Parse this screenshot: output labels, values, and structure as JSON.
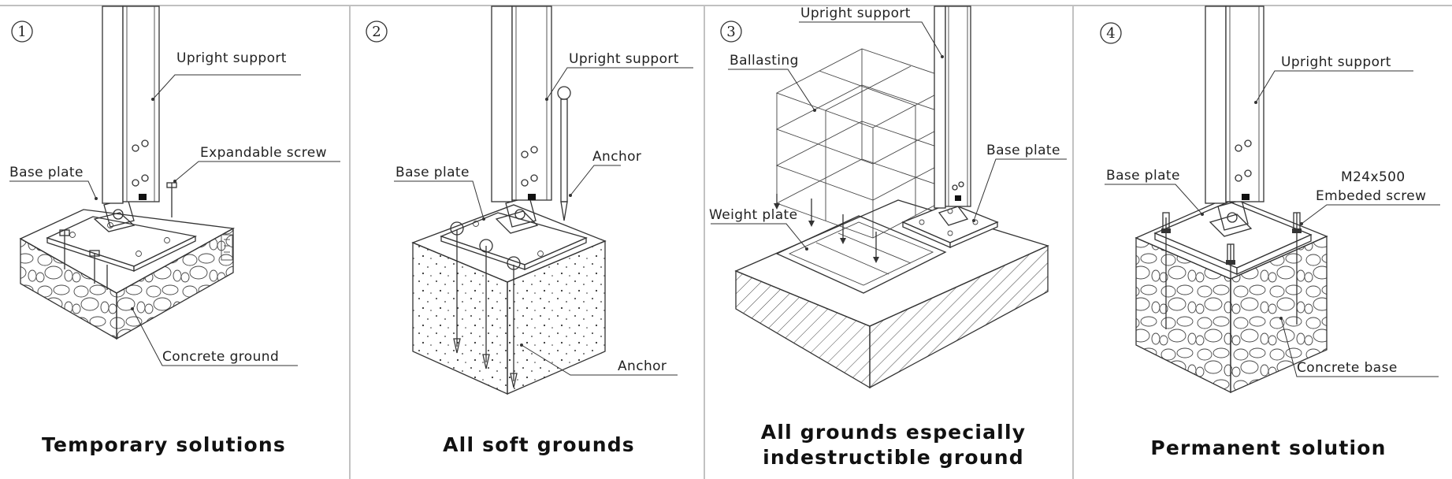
{
  "panels": [
    {
      "number": "1",
      "caption": [
        "Temporary solutions"
      ],
      "labels": {
        "upright": "Upright support",
        "screw": "Expandable screw",
        "base_plate": "Base plate",
        "ground": "Concrete ground"
      }
    },
    {
      "number": "2",
      "caption": [
        "All soft grounds"
      ],
      "labels": {
        "upright": "Upright support",
        "anchor_top": "Anchor",
        "base_plate": "Base plate",
        "anchor_bottom": "Anchor"
      }
    },
    {
      "number": "3",
      "caption": [
        "All grounds especially",
        "indestructible ground"
      ],
      "labels": {
        "upright": "Upright support",
        "ballasting": "Ballasting",
        "base_plate": "Base plate",
        "weight_plate": "Weight plate"
      }
    },
    {
      "number": "4",
      "caption": [
        "Permanent solution"
      ],
      "labels": {
        "upright": "Upright support",
        "base_plate": "Base plate",
        "screw_size": "M24x500",
        "screw": "Embeded screw",
        "base": "Concrete base"
      }
    }
  ],
  "colors": {
    "line": "#333333",
    "divider": "#9a9a9a",
    "background": "#ffffff"
  }
}
